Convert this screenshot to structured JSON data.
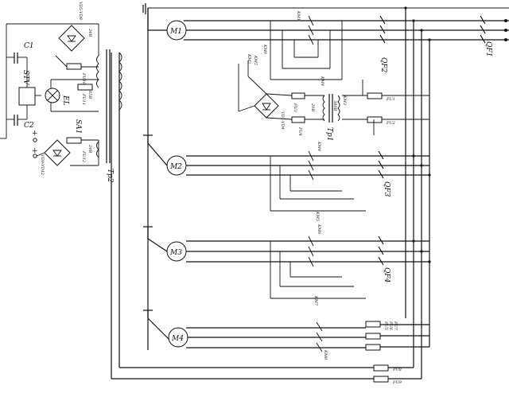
{
  "diagram": {
    "motors": [
      "M1",
      "M2",
      "M3",
      "M4"
    ],
    "breakers": [
      "QF1",
      "QF2",
      "QF3",
      "QF4"
    ],
    "transformers": [
      "Tp1",
      "Tp2"
    ],
    "stabilizer": "STV",
    "capacitors": [
      "C1",
      "C2"
    ],
    "lamp": "EL",
    "switch": "SA1",
    "plus_sign": "+",
    "fuses": {
      "fu1": "FU1",
      "fu2": "FU2",
      "fu3": "FU3",
      "fu4": "FU4",
      "fu5": "FU5",
      "fu6": "FU6",
      "fu7": "FU7",
      "fu8": "FU8",
      "fu9": "FU9",
      "fu10": "FU10",
      "fu11": "FU11",
      "fu12": "FU12"
    },
    "rectifiers": {
      "top": "VD1-VD4",
      "left_top": "VD5-VD8",
      "left_bottom": "VD9-VD12"
    },
    "contactors": {
      "km1": "KM1",
      "km2": "KM2",
      "km3": "KM3",
      "km4": "KM4",
      "km5": "KM5",
      "km6": "KM6",
      "km7": "KM7",
      "km8": "KM8"
    },
    "voltages": {
      "v380": "380B",
      "v29": "29B",
      "v65": "65B",
      "v24a": "24B",
      "v24b": "24B"
    }
  }
}
